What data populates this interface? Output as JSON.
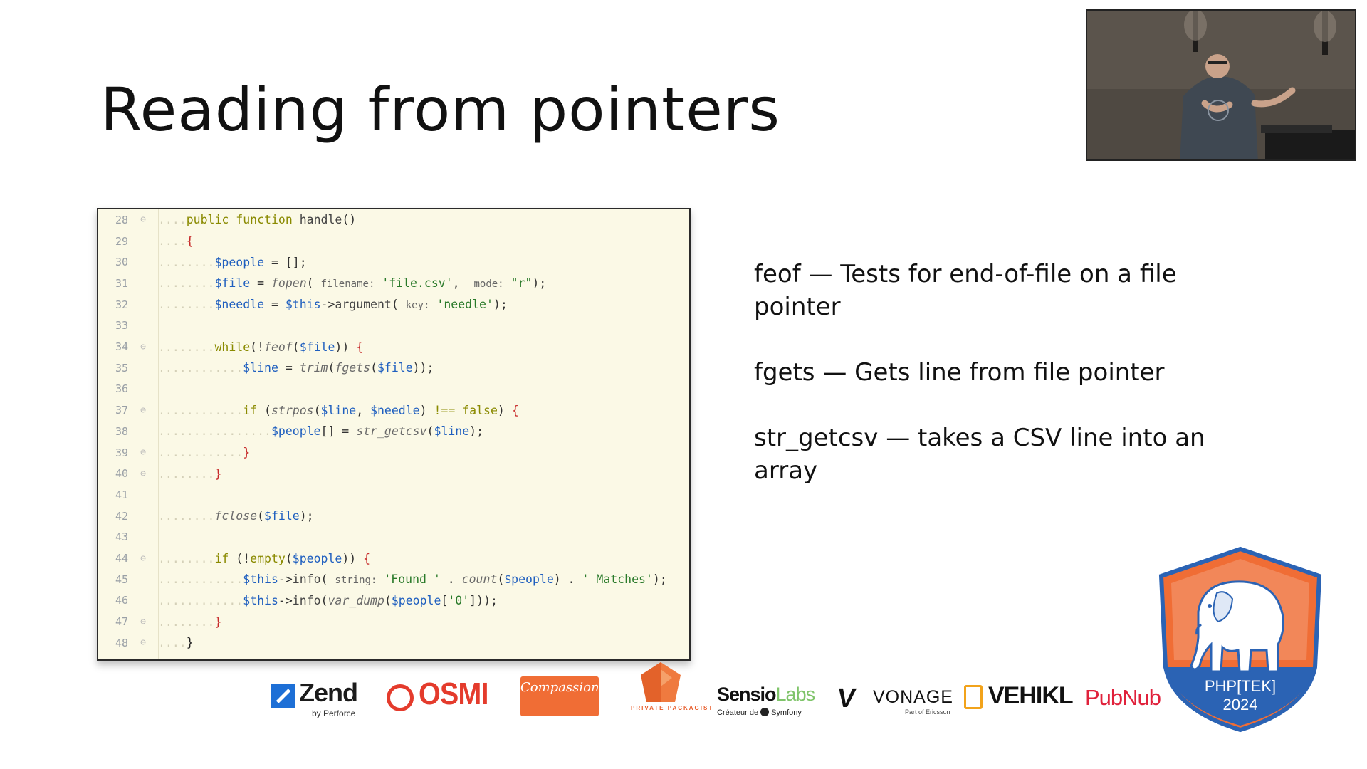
{
  "slide": {
    "title": "Reading from pointers",
    "bullets": [
      "feof — Tests for end-of-file on a file pointer",
      "fgets — Gets line from file pointer",
      "str_getcsv — takes a CSV line into an array"
    ]
  },
  "code": {
    "line_numbers": [
      "28",
      "29",
      "30",
      "31",
      "32",
      "33",
      "34",
      "35",
      "36",
      "37",
      "38",
      "39",
      "40",
      "41",
      "42",
      "43",
      "44",
      "45",
      "46",
      "47",
      "48"
    ],
    "hints": {
      "filename": "filename:",
      "mode": "mode:",
      "key": "key:",
      "string": "string:"
    },
    "strings": {
      "file_csv": "'file.csv'",
      "r": "\"r\"",
      "needle": "'needle'",
      "found": "'Found '",
      "matches": "' Matches'",
      "zero": "'0'"
    }
  },
  "sponsors": {
    "zend": "Zend",
    "zend_sub": "by Perforce",
    "osmi": "OSMI",
    "compassionate": "Compassionate Coding",
    "packagist": "PRIVATE PACKAGIST",
    "sensio": "Sensio",
    "sensio_labs": "Labs",
    "sensio_sub_a": "Créateur de",
    "sensio_sub_b": "Symfony",
    "vonage": "VONAGE",
    "vonage_sub": "Part of Ericsson",
    "vehikl": "VEHIKL",
    "pubnub": "PubNub"
  },
  "badge": {
    "name": "PHP[TEK]",
    "year": "2024"
  },
  "colors": {
    "badge_orange": "#f06d35",
    "badge_blue": "#2b63b4",
    "code_bg": "#fbf9e6"
  }
}
